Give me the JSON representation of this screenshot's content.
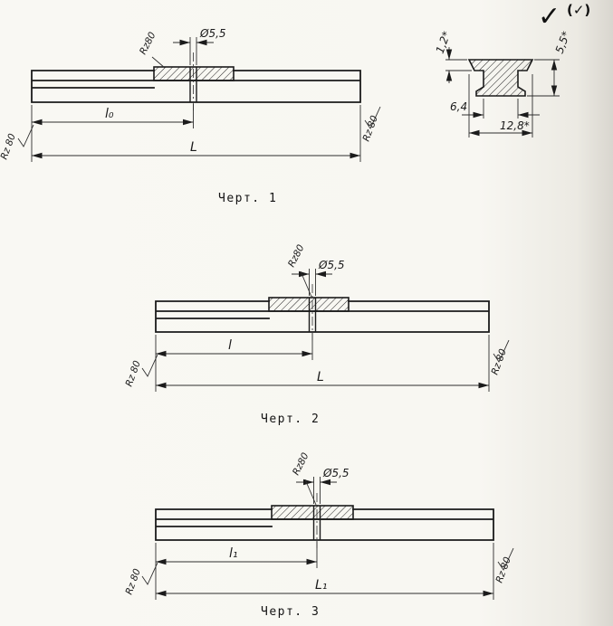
{
  "icons": {
    "surface_check": "✓",
    "surface_paren": "(✓)"
  },
  "section": {
    "dim_thickness": "1,2*",
    "dim_height": "5,5*",
    "dim_inner_width": "6,4",
    "dim_outer_width": "12,8*"
  },
  "figures": [
    {
      "caption": "Черт. 1",
      "hole_dia": "Ø5,5",
      "pad_roughness": "Rz80",
      "end_roughness_left": "Rz 80",
      "end_roughness_right": "Rz 80",
      "dim_inner": "l₀",
      "dim_outer": "L"
    },
    {
      "caption": "Черт. 2",
      "hole_dia": "Ø5,5",
      "pad_roughness": "Rz80",
      "end_roughness_left": "Rz 80",
      "end_roughness_right": "Rz 80",
      "dim_inner": "l",
      "dim_outer": "L"
    },
    {
      "caption": "Черт. 3",
      "hole_dia": "Ø5,5",
      "pad_roughness": "Rz80",
      "end_roughness_left": "Rz 80",
      "end_roughness_right": "Rz 80",
      "dim_inner": "l₁",
      "dim_outer": "L₁"
    }
  ],
  "colors": {
    "ink": "#1b1b1b",
    "paper": "#f8f7f2"
  }
}
